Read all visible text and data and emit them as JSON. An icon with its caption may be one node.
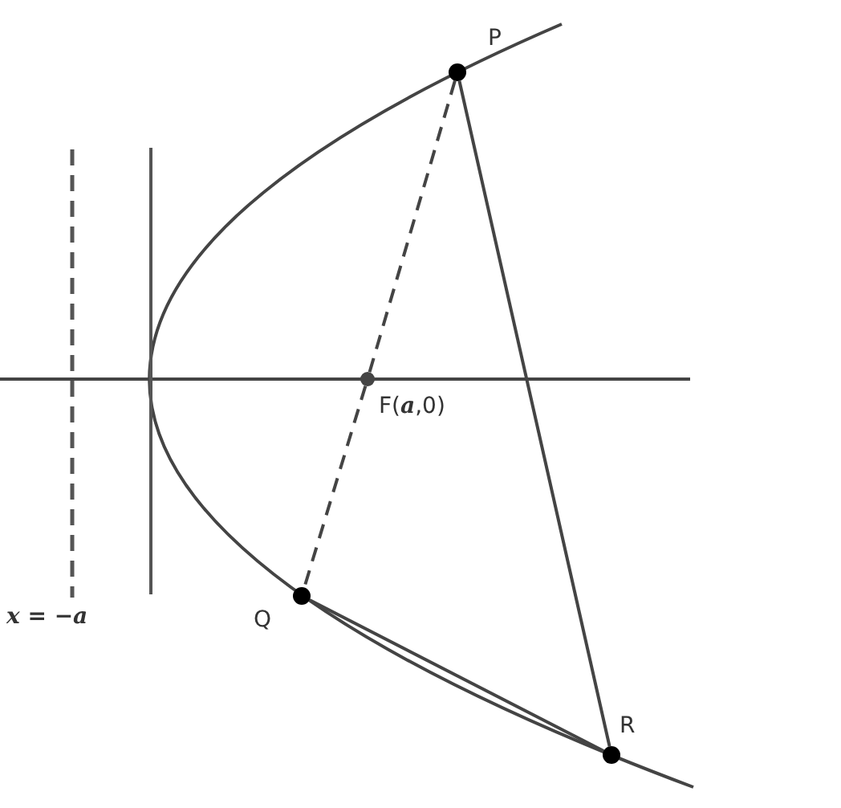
{
  "diagram": {
    "nodes": [
      {
        "text": [],
        "shape": "circle",
        "beside": [
          "P"
        ]
      },
      {
        "text": [],
        "shape": "circle",
        "beside": [
          "F(*a*,0)"
        ]
      },
      {
        "text": [],
        "shape": "circle",
        "beside": [
          "Q"
        ]
      },
      {
        "text": [],
        "shape": "circle",
        "beside": [
          "R"
        ]
      }
    ],
    "edges": [
      {
        "from": 0,
        "to": 1,
        "arrow": "none",
        "style": "dashed"
      },
      {
        "from": 1,
        "to": 2,
        "arrow": "none",
        "style": "dashed"
      },
      {
        "from": 0,
        "to": 3,
        "arrow": "none"
      },
      {
        "from": 2,
        "to": 3,
        "arrow": "none"
      }
    ],
    "labels": [
      "x = −a"
    ]
  }
}
